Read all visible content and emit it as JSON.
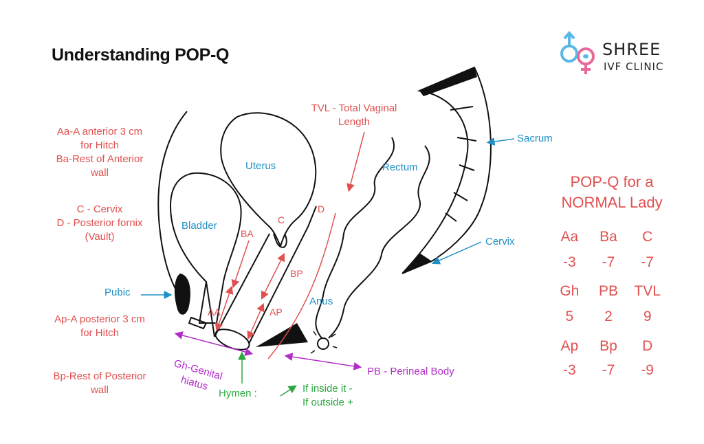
{
  "title": "Understanding POP-Q",
  "logo": {
    "name": "SHREE",
    "sub": "IVF CLINIC",
    "colors": {
      "blue": "#5bb8e6",
      "pink": "#e86a9c"
    }
  },
  "left_notes": {
    "aa": "Aa-A anterior 3 cm",
    "aa2": "for Hitch",
    "ba": "Ba-Rest of Anterior",
    "ba2": "wall",
    "c": "C - Cervix",
    "d": "D - Posterior fornix",
    "d2": "(Vault)",
    "ap": "Ap-A posterior 3 cm",
    "ap2": "for Hitch",
    "bp": "Bp-Rest of Posterior",
    "bp2": "wall"
  },
  "diagram_labels": {
    "uterus": "Uterus",
    "bladder": "Bladder",
    "rectum": "Rectum",
    "anus": "Anus",
    "sacrum": "Sacrum",
    "cervix": "Cervix",
    "pubic": "Pubic",
    "tvl": "TVL - Total Vaginal",
    "tvl2": "Length",
    "ba": "BA",
    "c": "C",
    "d": "D",
    "bp": "BP",
    "aa": "AA",
    "ap": "AP",
    "gh": "Gh-Genital",
    "gh2": "hiatus",
    "pb": "PB - Perineal Body",
    "hymen": "Hymen :",
    "if_inside": "If inside it -",
    "if_outside": "If outside +"
  },
  "normal_card": {
    "title1": "POP-Q for a",
    "title2": "NORMAL Lady",
    "rows": [
      {
        "labels": [
          "Aa",
          "Ba",
          "C"
        ],
        "values": [
          "-3",
          "-7",
          "-7"
        ]
      },
      {
        "labels": [
          "Gh",
          "PB",
          "TVL"
        ],
        "values": [
          "5",
          "2",
          "9"
        ]
      },
      {
        "labels": [
          "Ap",
          "Bp",
          "D"
        ],
        "values": [
          "-3",
          "-7",
          "-9"
        ]
      }
    ]
  },
  "colors": {
    "red": "#e0504f",
    "blue": "#1e90c4",
    "purple": "#b02ec8",
    "green": "#2aa83e"
  }
}
